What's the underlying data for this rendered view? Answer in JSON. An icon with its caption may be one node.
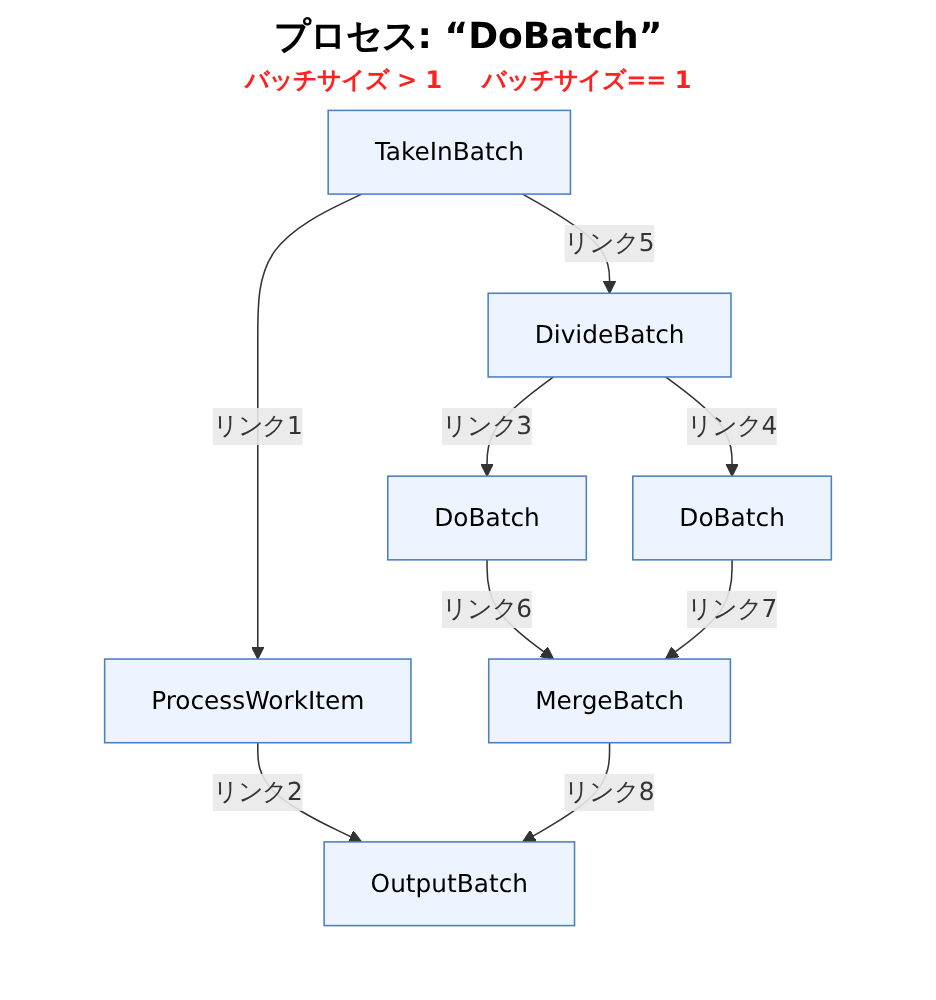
{
  "diagram": {
    "title": "プロセス: “DoBatch”",
    "nodes": [
      {
        "text": [
          "TakeInBatch"
        ]
      },
      {
        "text": [
          "DivideBatch"
        ]
      },
      {
        "text": [
          "ProcessWorkItem"
        ]
      },
      {
        "text": [
          "DoBatch"
        ]
      },
      {
        "text": [
          "DoBatch"
        ]
      },
      {
        "text": [
          "MergeBatch"
        ]
      },
      {
        "text": [
          "OutputBatch"
        ]
      }
    ],
    "edges": [
      {
        "from": 0,
        "to": 2,
        "arrow": "to",
        "label": "リンク1"
      },
      {
        "from": 2,
        "to": 6,
        "arrow": "to",
        "label": "リンク2"
      },
      {
        "from": 1,
        "to": 3,
        "arrow": "to",
        "label": "リンク3"
      },
      {
        "from": 1,
        "to": 4,
        "arrow": "to",
        "label": "リンク4"
      },
      {
        "from": 0,
        "to": 1,
        "arrow": "to",
        "label": "リンク5"
      },
      {
        "from": 3,
        "to": 5,
        "arrow": "to",
        "label": "リンク6"
      },
      {
        "from": 4,
        "to": 5,
        "arrow": "to",
        "label": "リンク7"
      },
      {
        "from": 5,
        "to": 6,
        "arrow": "to",
        "label": "リンク8"
      }
    ],
    "labels": [
      "バッチサイズ > 1",
      "バッチサイズ== 1"
    ]
  }
}
